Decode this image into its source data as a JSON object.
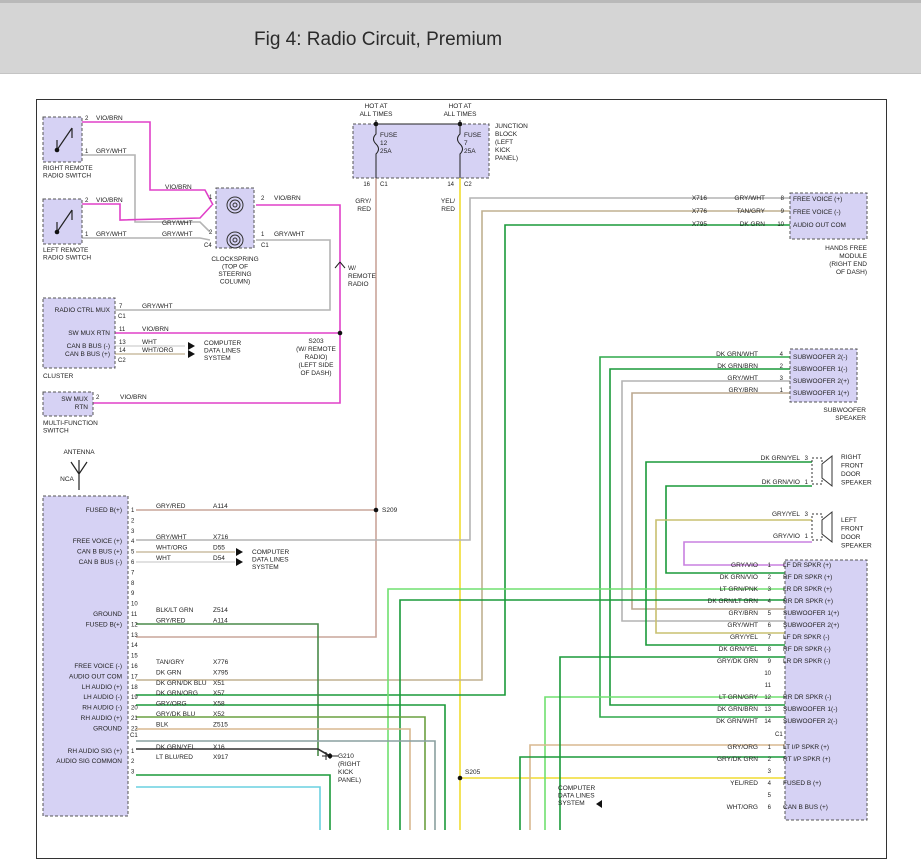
{
  "header": {
    "title": "Fig 4: Radio Circuit, Premium"
  },
  "colors": {
    "vio_brn": "#e040c8",
    "gry_wht": "#b4b4b4",
    "gry_red": "#c9a59a",
    "yel_red": "#f0dc30",
    "dk_grn": "#1a9a3a",
    "dk_grn_wht": "#2ea84a",
    "gry_yel": "#c8c070",
    "gry_vio": "#c880e0",
    "lt_grn": "#70e070",
    "blk": "#303030",
    "tan_gry": "#c0b090",
    "box_fill": "#d6d2f4",
    "frame": "#333333"
  },
  "components": {
    "right_remote": "RIGHT REMOTE\nRADIO SWITCH",
    "left_remote": "LEFT REMOTE\nRADIO SWITCH",
    "clockspring": "CLOCKSPRING\n(TOP OF\nSTEERING\nCOLUMN)",
    "cluster": "CLUSTER",
    "mfs": "MULTI-FUNCTION\nSWITCH",
    "fuse_block": "JUNCTION\nBLOCK\n(LEFT\nKICK\nPANEL)",
    "hands_free": "HANDS FREE\nMODULE\n(RIGHT END\nOF DASH)",
    "subwoofer": "SUBWOOFER\nSPEAKER",
    "rf_door": "RIGHT\nFRONT\nDOOR\nSPEAKER",
    "lf_door": "LEFT\nFRONT\nDOOR\nSPEAKER",
    "antenna": "ANTENNA",
    "nca": "NCA",
    "computer_data": "COMPUTER\nDATA LINES\nSYSTEM",
    "w_remote": "W/\nREMOTE\nRADIO",
    "s203": "S203\n(W/ REMOTE\nRADIO)\n(LEFT SIDE\nOF DASH)",
    "g210": "G210\n(RIGHT\nKICK\nPANEL)",
    "s209": "S209",
    "s205": "S205"
  },
  "fuses": [
    {
      "hot": "HOT AT\nALL TIMES",
      "label": "FUSE\n12\n25A",
      "pin": "16",
      "conn": "C1",
      "wire": "GRY/\nRED"
    },
    {
      "hot": "HOT AT\nALL TIMES",
      "label": "FUSE\n7\n25A",
      "pin": "14",
      "conn": "C2",
      "wire": "YEL/\nRED"
    }
  ],
  "switch_wires": [
    {
      "pin": "2",
      "wire": "VIO/BRN"
    },
    {
      "pin": "1",
      "wire": "GRY/WHT"
    },
    {
      "pin": "2",
      "wire": "VIO/BRN"
    },
    {
      "pin": "1",
      "wire": "GRY/WHT"
    }
  ],
  "clock_wires": [
    {
      "wire": "VIO/BRN"
    },
    {
      "wire": "GRY/WHT"
    },
    {
      "wire": "GRY/WHT"
    },
    {
      "pin": "1",
      "wire": ""
    },
    {
      "pin": "2",
      "wire": ""
    },
    {
      "pin": "2",
      "wire": "VIO/BRN"
    },
    {
      "pin": "1",
      "wire": "GRY/WHT"
    },
    {
      "conn": "C4"
    },
    {
      "conn": "C1"
    }
  ],
  "cluster_pins": [
    {
      "label": "RADIO CTRL MUX",
      "pin": "7",
      "wire": "GRY/WHT",
      "conn": "C1"
    },
    {
      "label": "SW MUX RTN",
      "pin": "11",
      "wire": "VIO/BRN"
    },
    {
      "label": "CAN B BUS (-)",
      "pin": "13",
      "wire": "WHT"
    },
    {
      "label": "CAN B BUS (+)",
      "pin": "14",
      "wire": "WHT/ORG",
      "conn": "C2"
    }
  ],
  "mfs_pin": {
    "label": "SW MUX\nRTN",
    "pin": "2",
    "wire": "VIO/BRN"
  },
  "hfm_pins": [
    {
      "circuit": "X716",
      "wire": "GRY/WHT",
      "pin": "8",
      "label": "FREE VOICE (+)"
    },
    {
      "circuit": "X776",
      "wire": "TAN/GRY",
      "pin": "9",
      "label": "FREE VOICE (-)"
    },
    {
      "circuit": "X795",
      "wire": "DK GRN",
      "pin": "10",
      "label": "AUDIO OUT COM"
    }
  ],
  "sub_pins": [
    {
      "wire": "DK GRN/WHT",
      "pin": "4",
      "label": "SUBWOOFER 2(-)"
    },
    {
      "wire": "DK GRN/BRN",
      "pin": "2",
      "label": "SUBWOOFER 1(-)"
    },
    {
      "wire": "GRY/WHT",
      "pin": "3",
      "label": "SUBWOOFER 2(+)"
    },
    {
      "wire": "GRY/BRN",
      "pin": "1",
      "label": "SUBWOOFER 1(+)"
    }
  ],
  "rf_pins": [
    {
      "wire": "DK GRN/YEL",
      "pin": "3"
    },
    {
      "wire": "DK GRN/VIO",
      "pin": "1"
    }
  ],
  "lf_pins": [
    {
      "wire": "GRY/YEL",
      "pin": "3"
    },
    {
      "wire": "GRY/VIO",
      "pin": "1"
    }
  ],
  "radio_left": [
    {
      "pin": "1",
      "label": "FUSED B(+)",
      "wire": "GRY/RED",
      "circuit": "A114"
    },
    {
      "pin": "2"
    },
    {
      "pin": "3"
    },
    {
      "pin": "4",
      "label": "FREE VOICE (+)",
      "wire": "GRY/WHT",
      "circuit": "X716"
    },
    {
      "pin": "5",
      "label": "CAN B BUS (+)",
      "wire": "WHT/ORG",
      "circuit": "D55"
    },
    {
      "pin": "6",
      "label": "CAN B BUS (-)",
      "wire": "WHT",
      "circuit": "D54"
    },
    {
      "pin": "7"
    },
    {
      "pin": "8"
    },
    {
      "pin": "9"
    },
    {
      "pin": "10"
    },
    {
      "pin": "11",
      "label": "GROUND",
      "wire": "BLK/LT GRN",
      "circuit": "Z514"
    },
    {
      "pin": "12",
      "label": "FUSED B(+)",
      "wire": "GRY/RED",
      "circuit": "A114"
    },
    {
      "pin": "13"
    },
    {
      "pin": "14"
    },
    {
      "pin": "15"
    },
    {
      "pin": "16",
      "label": "FREE VOICE (-)",
      "wire": "TAN/GRY",
      "circuit": "X776"
    },
    {
      "pin": "17",
      "label": "AUDIO OUT COM",
      "wire": "DK GRN",
      "circuit": "X795"
    },
    {
      "pin": "18",
      "label": "LH AUDIO (+)",
      "wire": "DK GRN/DK BLU",
      "circuit": "X51"
    },
    {
      "pin": "19",
      "label": "LH AUDIO (-)",
      "wire": "DK GRN/ORG",
      "circuit": "X57"
    },
    {
      "pin": "20",
      "label": "RH AUDIO (-)",
      "wire": "GRY/ORG",
      "circuit": "X58"
    },
    {
      "pin": "21",
      "label": "RH AUDIO (+)",
      "wire": "GRY/DK BLU",
      "circuit": "X52"
    },
    {
      "pin": "22",
      "label": "GROUND",
      "wire": "BLK",
      "circuit": "Z515"
    },
    {
      "conn": "C1"
    },
    {
      "pin": "1",
      "label": "RH AUDIO SIG (+)",
      "wire": "DK GRN/YEL",
      "circuit": "X16"
    },
    {
      "pin": "2",
      "label": "AUDIO SIG COMMON",
      "wire": "LT BLU/RED",
      "circuit": "X917"
    },
    {
      "pin": "3"
    }
  ],
  "amp_right": [
    {
      "wire": "GRY/VIO",
      "pin": "1",
      "label": "LF DR SPKR (+)"
    },
    {
      "wire": "DK GRN/VIO",
      "pin": "2",
      "label": "RF DR SPKR (+)"
    },
    {
      "wire": "LT GRN/PNK",
      "pin": "3",
      "label": "LR DR SPKR (+)"
    },
    {
      "wire": "DK GRN/LT GRN",
      "pin": "4",
      "label": "RR DR SPKR (+)"
    },
    {
      "wire": "GRY/BRN",
      "pin": "5",
      "label": "SUBWOOFER 1(+)"
    },
    {
      "wire": "GRY/WHT",
      "pin": "6",
      "label": "SUBWOOFER 2(+)"
    },
    {
      "wire": "GRY/YEL",
      "pin": "7",
      "label": "LF DR SPKR (-)"
    },
    {
      "wire": "DK GRN/YEL",
      "pin": "8",
      "label": "RF DR SPKR (-)"
    },
    {
      "wire": "GRY/DK GRN",
      "pin": "9",
      "label": "LR DR SPKR (-)"
    },
    {
      "pin": "10"
    },
    {
      "pin": "11"
    },
    {
      "wire": "LT GRN/GRY",
      "pin": "12",
      "label": "RR DR SPKR (-)"
    },
    {
      "wire": "DK GRN/BRN",
      "pin": "13",
      "label": "SUBWOOFER 1(-)"
    },
    {
      "wire": "DK GRN/WHT",
      "pin": "14",
      "label": "SUBWOOFER 2(-)"
    },
    {
      "conn": "C1"
    },
    {
      "wire": "GRY/ORG",
      "pin": "1",
      "label": "LT I/P SPKR (+)"
    },
    {
      "wire": "GRY/DK GRN",
      "pin": "2",
      "label": "RT I/P SPKR (+)"
    },
    {
      "pin": "3"
    },
    {
      "wire": "YEL/RED",
      "pin": "4",
      "label": "FUSED B (+)"
    },
    {
      "pin": "5"
    },
    {
      "wire": "WHT/ORG",
      "pin": "6",
      "label": "CAN B BUS (+)"
    }
  ]
}
